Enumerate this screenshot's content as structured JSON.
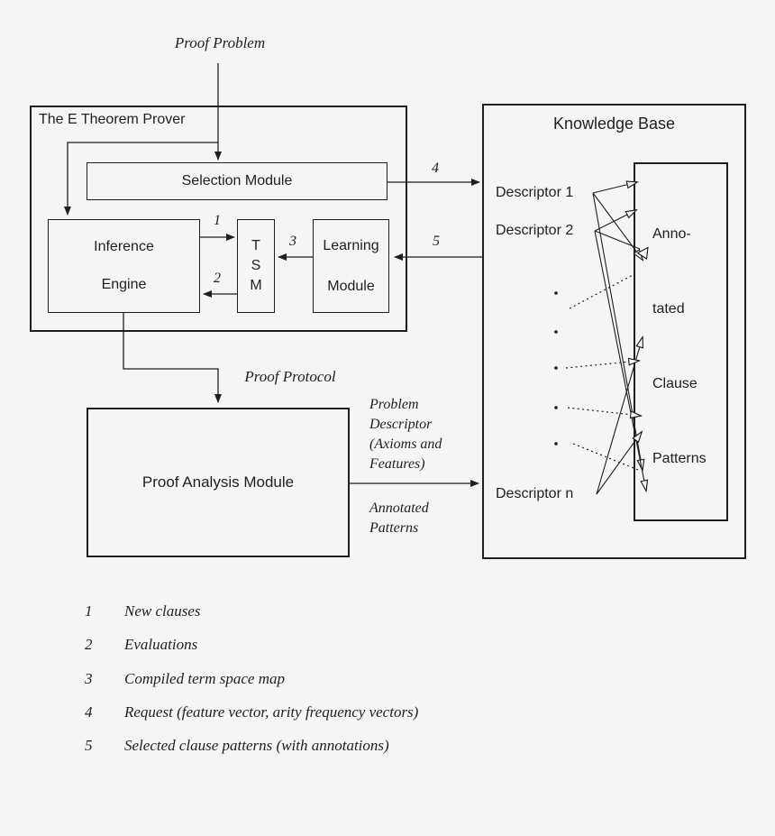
{
  "diagram": {
    "input_label": "Proof Problem",
    "prover": {
      "title": "The E Theorem Prover",
      "selection_module": "Selection Module",
      "inference_engine": [
        "Inference",
        "Engine"
      ],
      "tsm": [
        "T",
        "S",
        "M"
      ],
      "learning_module": [
        "Learning",
        "Module"
      ]
    },
    "knowledge_base": {
      "title": "Knowledge Base",
      "descriptor_1": "Descriptor 1",
      "descriptor_2": "Descriptor 2",
      "descriptor_n": "Descriptor n",
      "patterns_box": [
        "Anno-",
        "tated",
        "Clause",
        "Patterns"
      ]
    },
    "proof_analysis_module": "Proof Analysis Module",
    "flow_labels": {
      "proof_protocol": "Proof Protocol",
      "problem_descriptor": [
        "Problem",
        "Descriptor",
        "(Axioms and",
        "Features)"
      ],
      "annotated_patterns": [
        "Annotated",
        "Patterns"
      ]
    },
    "arrow_numbers": {
      "a1": "1",
      "a2": "2",
      "a3": "3",
      "a4": "4",
      "a5": "5"
    },
    "legend": [
      {
        "num": "1",
        "text": "New clauses"
      },
      {
        "num": "2",
        "text": "Evaluations"
      },
      {
        "num": "3",
        "text": "Compiled term space map"
      },
      {
        "num": "4",
        "text": "Request (feature vector, arity frequency vectors)"
      },
      {
        "num": "5",
        "text": "Selected clause patterns (with annotations)"
      }
    ],
    "colors": {
      "background": "#f5f5f5",
      "line": "#1f1f1f"
    }
  }
}
